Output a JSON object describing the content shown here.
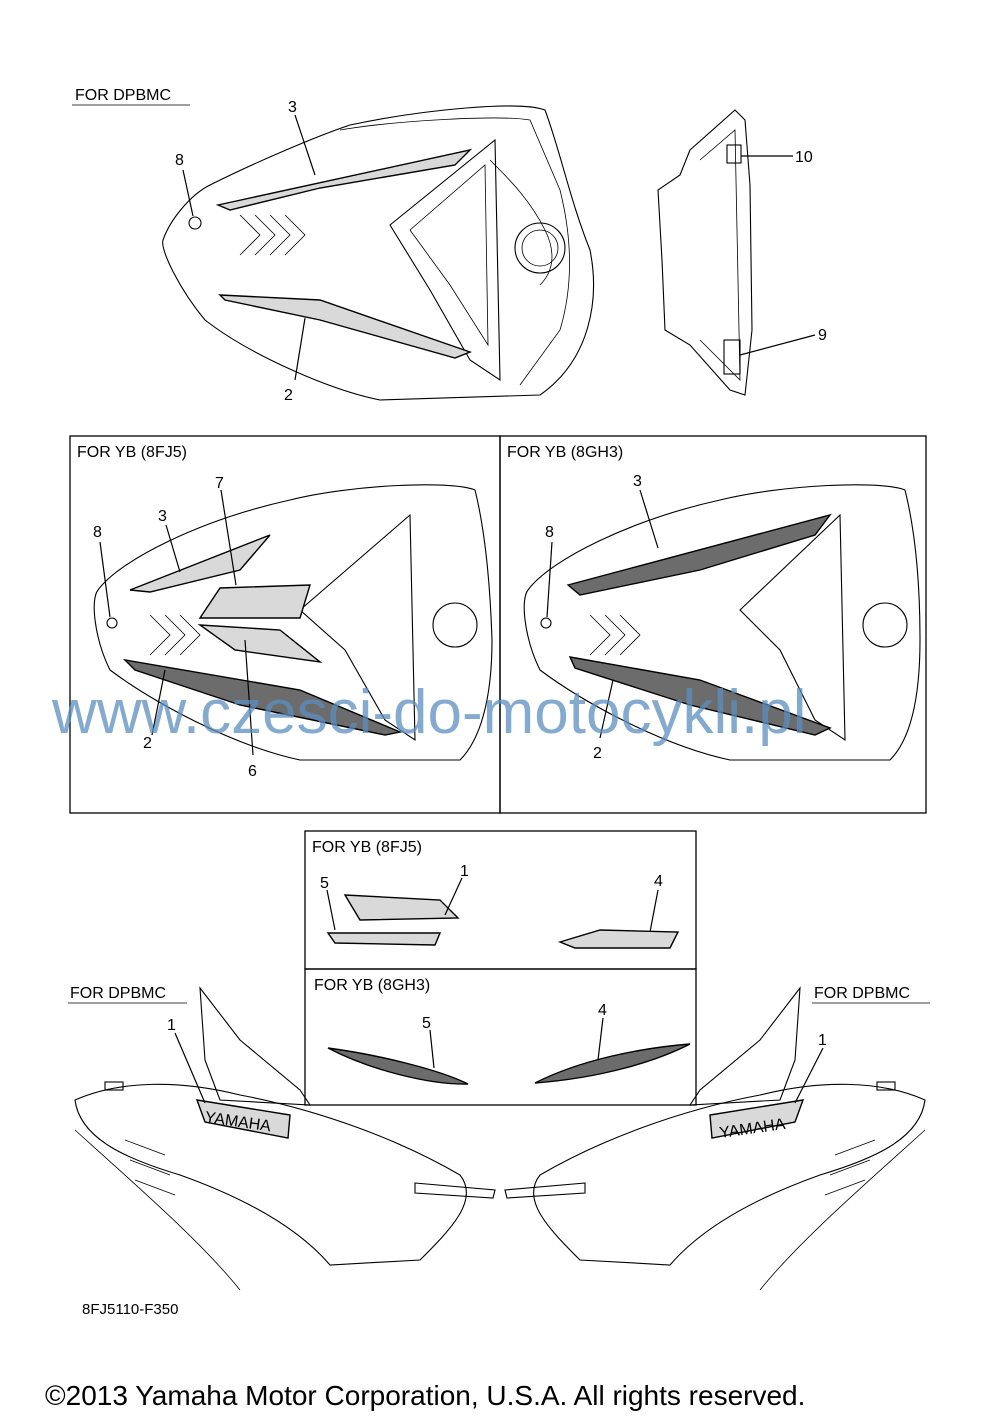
{
  "labels": {
    "top_left": "FOR DPBMC",
    "mid_left": "FOR YB (8FJ5)",
    "mid_right": "FOR YB (8GH3)",
    "inset_top": "FOR YB (8FJ5)",
    "inset_bottom": "FOR YB (8GH3)",
    "bottom_left": "FOR DPBMC",
    "bottom_right": "FOR DPBMC"
  },
  "callouts": {
    "top": {
      "c3": "3",
      "c8": "8",
      "c2": "2",
      "c10": "10",
      "c9": "9"
    },
    "yb_8fj5": {
      "c7": "7",
      "c3": "3",
      "c8": "8",
      "c2": "2",
      "c6": "6"
    },
    "yb_8gh3": {
      "c3": "3",
      "c8": "8",
      "c2": "2"
    },
    "inset_8fj5": {
      "c1": "1",
      "c5": "5",
      "c4": "4"
    },
    "inset_8gh3": {
      "c5": "5",
      "c4": "4"
    },
    "side_left": {
      "c1": "1"
    },
    "side_right": {
      "c1": "1"
    }
  },
  "brand_decal": "YAMAHA",
  "diagram_code": "8FJ5110-F350",
  "watermark": "www.czesci-do-motocykli.pl",
  "copyright": "©2013 Yamaha Motor Corporation, U.S.A. All rights reserved.",
  "colors": {
    "watermark": "#5b8fbf",
    "line": "#000000",
    "decal_fill": "#d9d9d9"
  }
}
